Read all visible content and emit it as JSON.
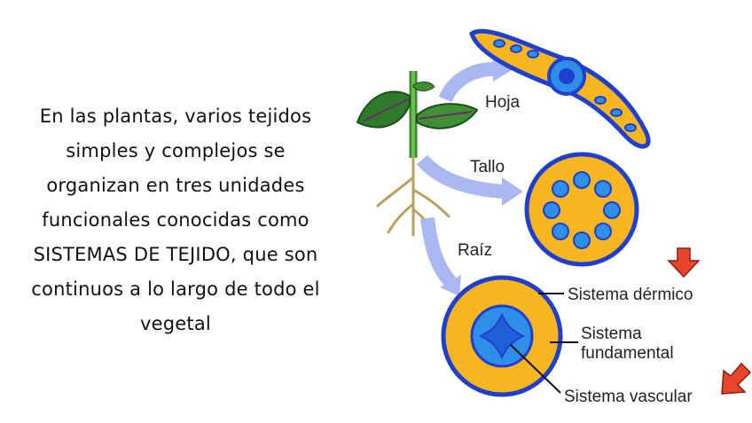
{
  "intro_lines": [
    "En las plantas, varios tejidos",
    "simples y complejos se",
    "organizan en tres unidades",
    "funcionales conocidas como",
    "SISTEMAS DE TEJIDO, que son",
    "continuos a lo largo de todo el",
    "vegetal"
  ],
  "diagram": {
    "organs": {
      "leaf": "Hoja",
      "stem": "Tallo",
      "root": "Raíz"
    },
    "systems": {
      "dermal": "Sistema dérmico",
      "ground_line1": "Sistema",
      "ground_line2": "fundamental",
      "vascular": "Sistema vascular"
    },
    "colors": {
      "dermal": "#1f3fd0",
      "ground": "#f7b520",
      "vascular": "#2f8fe8",
      "arrow": "#a9b8f0",
      "pointer": "#e8452c",
      "leaf": "#2f7a2a"
    }
  }
}
